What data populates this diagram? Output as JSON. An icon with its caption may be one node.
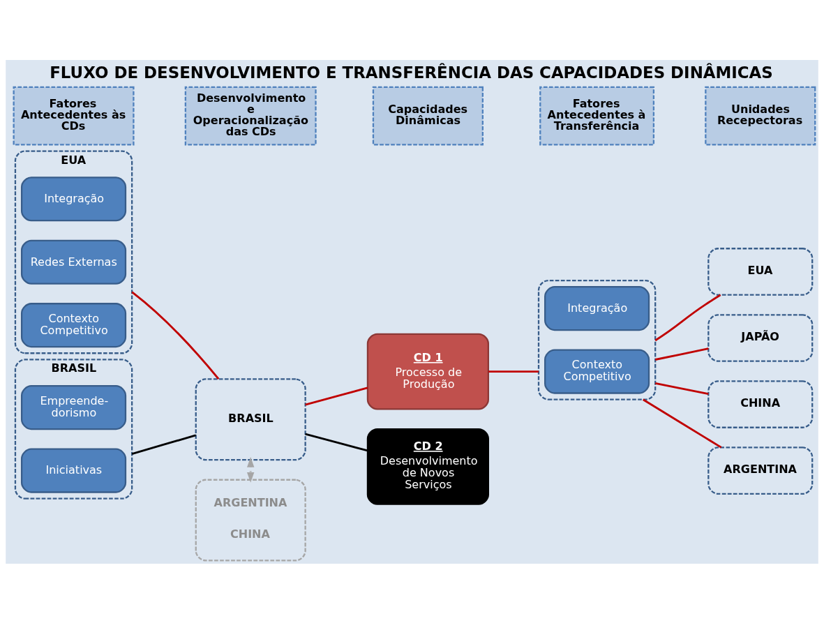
{
  "diagram": {
    "title": "FLUXO DE DESENVOLVIMENTO E TRANSFERÊNCIA DAS CAPACIDADES DINÂMICAS",
    "nodes": [
      {
        "text": [
          "Fatores Antecedentes às CDs"
        ]
      },
      {
        "text": [
          "Desenvolvimento e Operacionalização das CDs"
        ]
      },
      {
        "text": [
          "Capacidades Dinâmicas"
        ]
      },
      {
        "text": [
          "Fatores Antecedentes à Transferência"
        ]
      },
      {
        "text": [
          "Unidades Recepectoras"
        ]
      },
      {
        "text": [
          "EUA"
        ]
      },
      {
        "text": [
          "Integração"
        ],
        "in": 5
      },
      {
        "text": [
          "Redes Externas"
        ],
        "in": 5
      },
      {
        "text": [
          "Contexto Competitivo"
        ],
        "in": 5
      },
      {
        "text": [
          "BRASIL"
        ]
      },
      {
        "text": [
          "Empreende- dorismo"
        ],
        "in": 9
      },
      {
        "text": [
          "Iniciativas"
        ],
        "in": 9
      },
      {
        "text": [
          "BRASIL"
        ]
      },
      {
        "text": [
          "ARGENTINA",
          "CHINA"
        ]
      },
      {
        "text": [
          "CD 1",
          "Processo de Produção"
        ]
      },
      {
        "text": [
          "CD 2",
          "Desenvolvimento de Novos Serviços"
        ]
      },
      {
        "text": [],
        "shape": "box"
      },
      {
        "text": [
          "Integração"
        ],
        "in": 16
      },
      {
        "text": [
          "Contexto Competitivo"
        ],
        "in": 16
      },
      {
        "text": [
          "EUA"
        ]
      },
      {
        "text": [
          "JAPÃO"
        ]
      },
      {
        "text": [
          "CHINA"
        ]
      },
      {
        "text": [
          "ARGENTINA"
        ]
      }
    ],
    "edges": [
      {
        "from": 5,
        "to": 12,
        "arrow": "none"
      },
      {
        "from": 9,
        "to": 12,
        "arrow": "none",
        "color": "#000000"
      },
      {
        "from": 12,
        "to": 14,
        "arrow": "none"
      },
      {
        "from": 12,
        "to": 15,
        "arrow": "none",
        "color": "#000000"
      },
      {
        "from": 12,
        "to": 13,
        "arrow": "both",
        "style": "dashed",
        "color": "#a6a6a6"
      },
      {
        "from": 14,
        "to": 16,
        "arrow": "none"
      },
      {
        "from": 16,
        "to": 19,
        "arrow": "none"
      },
      {
        "from": 16,
        "to": 20,
        "arrow": "none"
      },
      {
        "from": 16,
        "to": 21,
        "arrow": "none"
      },
      {
        "from": 16,
        "to": 22,
        "arrow": "none"
      }
    ]
  }
}
